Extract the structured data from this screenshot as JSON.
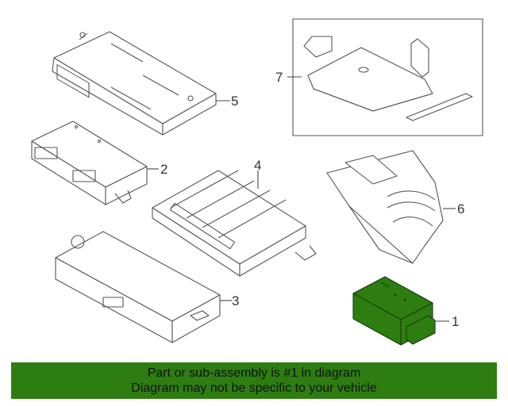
{
  "callouts": {
    "c1": "1",
    "c2": "2",
    "c3": "3",
    "c4": "4",
    "c5": "5",
    "c6": "6",
    "c7": "7"
  },
  "banner": {
    "line1": "Part or sub-assembly is #1 in diagram",
    "line2": "Diagram may not be specific to your vehicle"
  },
  "colors": {
    "highlight_part": "#2e7d10",
    "banner_bg": "#2e7d10",
    "line": "#444444"
  }
}
